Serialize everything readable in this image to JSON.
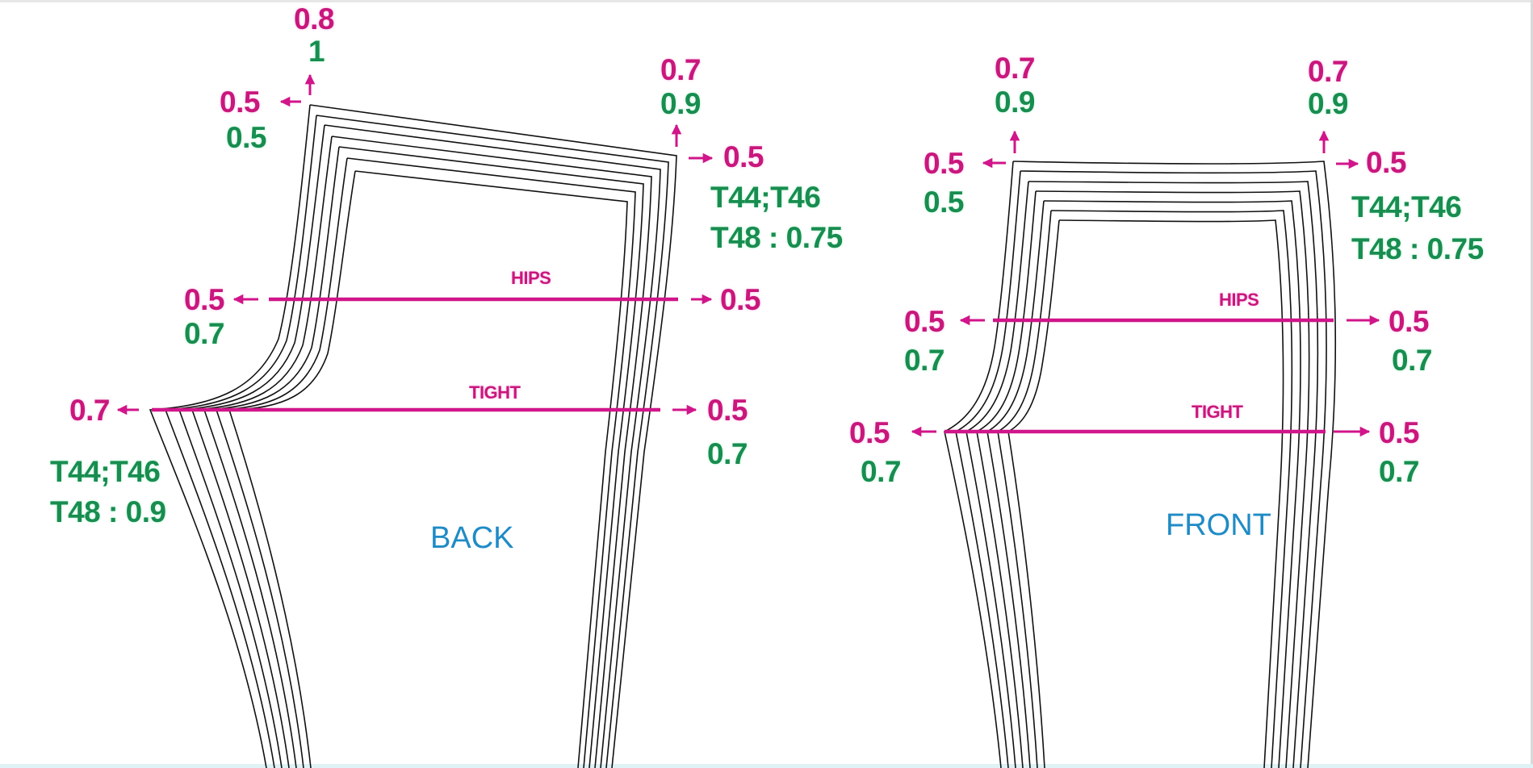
{
  "diagram": {
    "type": "trouser pattern grading diagram",
    "colors": {
      "grade_primary": "#c9177c",
      "grade_secondary": "#188d50",
      "piece_label": "#1f8bc6",
      "pattern_lines": "#111111"
    },
    "size_lines_count": 7
  },
  "back": {
    "title": "BACK",
    "hips_label": "HIPS",
    "tight_label": "TIGHT",
    "top_left": {
      "up_primary": "0.8",
      "up_secondary": "1",
      "left_primary": "0.5",
      "left_secondary": "0.5"
    },
    "top_right": {
      "up_primary": "0.7",
      "up_secondary": "0.9",
      "right_primary": "0.5",
      "note_line1": "T44;T46",
      "note_line2": "T48 : 0.75"
    },
    "hips_left": {
      "primary": "0.5",
      "secondary": "0.7"
    },
    "hips_right": {
      "primary": "0.5"
    },
    "tight_left": {
      "primary": "0.7",
      "note_line1": "T44;T46",
      "note_line2": "T48 : 0.9"
    },
    "tight_right": {
      "primary": "0.5",
      "secondary": "0.7"
    }
  },
  "front": {
    "title": "FRONT",
    "hips_label": "HIPS",
    "tight_label": "TIGHT",
    "top_left": {
      "up_primary": "0.7",
      "up_secondary": "0.9",
      "left_primary": "0.5",
      "left_secondary": "0.5"
    },
    "top_right": {
      "up_primary": "0.7",
      "up_secondary": "0.9",
      "right_primary": "0.5",
      "note_line1": "T44;T46",
      "note_line2": "T48 : 0.75"
    },
    "hips_left": {
      "primary": "0.5",
      "secondary": "0.7"
    },
    "hips_right": {
      "primary": "0.5",
      "secondary": "0.7"
    },
    "tight_left": {
      "primary": "0.5",
      "secondary": "0.7"
    },
    "tight_right": {
      "primary": "0.5",
      "secondary": "0.7"
    }
  }
}
